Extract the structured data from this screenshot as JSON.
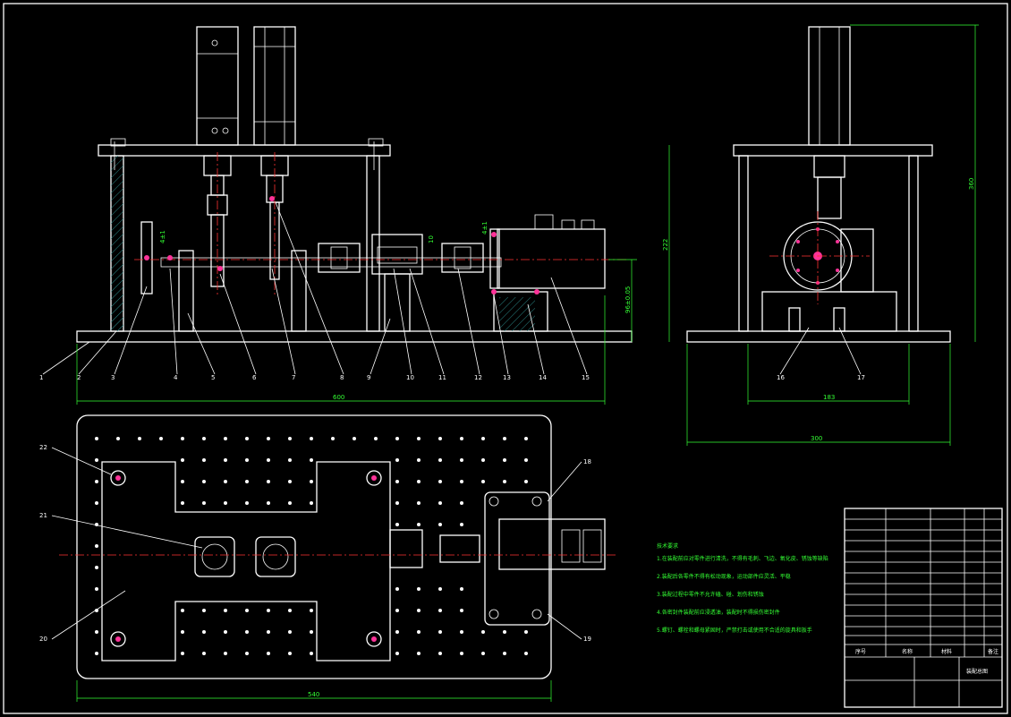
{
  "front_view": {
    "part_numbers": [
      "1",
      "2",
      "3",
      "4",
      "5",
      "6",
      "7",
      "8",
      "9",
      "10",
      "11",
      "12",
      "13",
      "14",
      "15"
    ],
    "dims": {
      "overall_width": "600",
      "height_tol": "96±0.05",
      "d1": "4±1",
      "d2": "10",
      "d3": "4±1"
    }
  },
  "side_view": {
    "part_numbers": [
      "16",
      "17"
    ],
    "dims": {
      "height_left": "222",
      "height_right": "360",
      "inner_width": "183",
      "outer_width": "300"
    }
  },
  "top_view": {
    "part_numbers": [
      "22",
      "21",
      "20",
      "18",
      "19"
    ],
    "dims": {
      "overall_width": "540"
    }
  },
  "notes": {
    "title": "技术要求",
    "lines": [
      "1.在装配前应对零件进行清洗，不得有毛刺、飞边、氧化皮、锈蚀等缺陷",
      "2.装配后各零件不得有松动现象，运动部件应灵活、平稳",
      "3.装配过程中零件不允许磕、碰、划伤和锈蚀",
      "4.各密封件装配前应浸透油，装配时不得损伤密封件",
      "5.螺钉、螺栓和螺母紧固时，严禁打击或使用不合适的旋具和扳手"
    ]
  },
  "title_block": {
    "cells": [
      "序号",
      "名称",
      "材料",
      "备注",
      "装配总图"
    ]
  }
}
